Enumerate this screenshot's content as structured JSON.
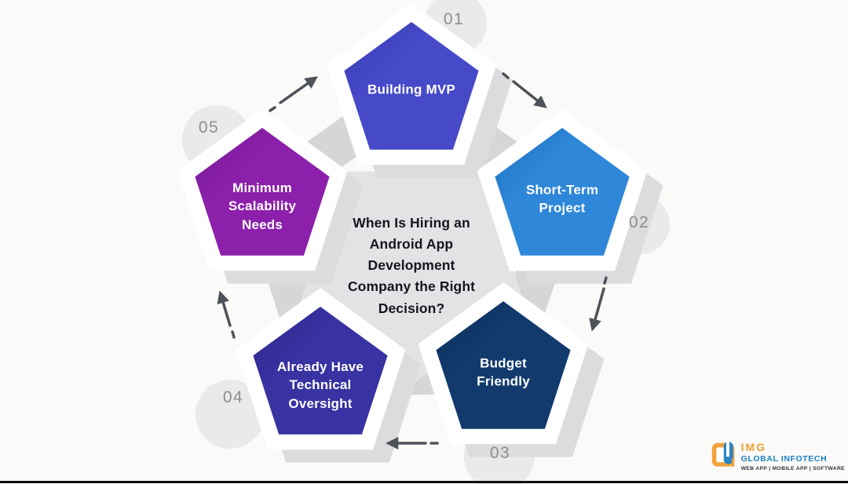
{
  "title": {
    "text": "When Is Hiring an Android App Development Company the Right Decision?"
  },
  "steps": [
    {
      "number": "01",
      "label": "Building MVP",
      "color": "#4649c8",
      "color_dark": "#3a3db3"
    },
    {
      "number": "02",
      "label": "Short-Term Project",
      "color": "#2e87d9",
      "color_dark": "#1f6fbe"
    },
    {
      "number": "03",
      "label": "Budget Friendly",
      "color": "#123a6d",
      "color_dark": "#0d2e59"
    },
    {
      "number": "04",
      "label": "Already Have Technical Oversight",
      "color": "#3832a2",
      "color_dark": "#2b2589"
    },
    {
      "number": "05",
      "label": "Minimum Scalability Needs",
      "color": "#8c20ab",
      "color_dark": "#731a92"
    }
  ],
  "logo": {
    "name": "IMG",
    "subtitle": "GLOBAL INFOTECH",
    "tagline": "WEB APP | MOBILE APP | SOFTWARE",
    "name_color": "#ee9f33",
    "subtitle_color": "#1b7fc4",
    "tagline_color": "#2e3440",
    "mark_orange": "#f2a33c",
    "mark_blue": "#2a84c6"
  },
  "colors": {
    "background": "#fafaf8",
    "band": "#d6d6d8",
    "center_fill": "#e3e3e5",
    "circle": "#eaeaeb",
    "shadow": "#dcdcde",
    "white": "#ffffff",
    "arrow": "#4e525a",
    "number": "#8e8e90",
    "title": "#15151e",
    "bottom_line": "#101010"
  }
}
